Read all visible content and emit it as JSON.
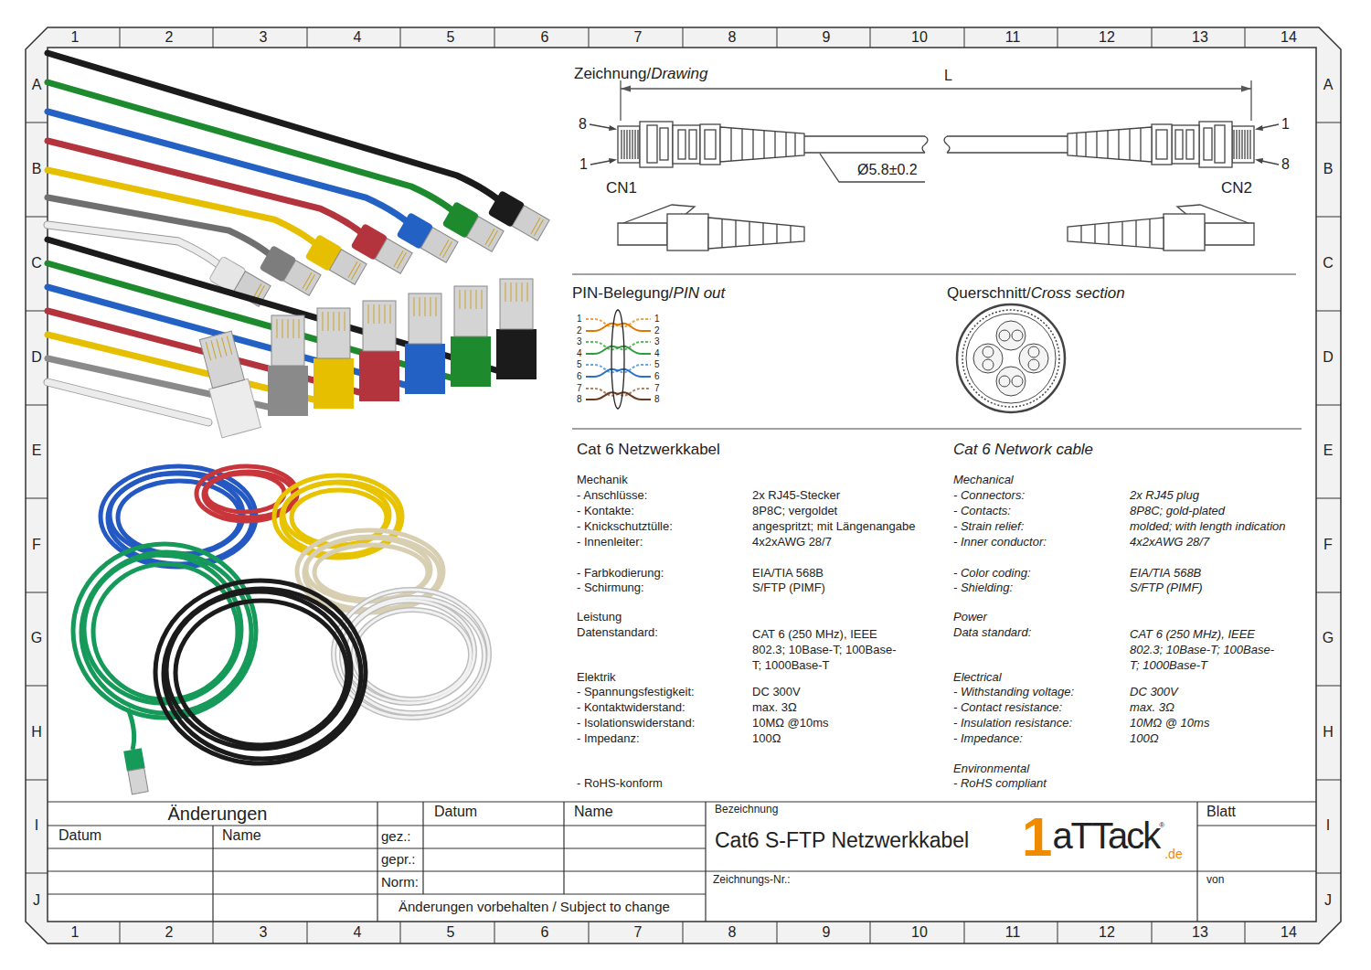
{
  "diagram": {
    "title": "Cat6 S-FTP Netzwerkkabel",
    "labels": [
      "1",
      "2",
      "3",
      "4",
      "5",
      "6",
      "7",
      "8",
      "9",
      "10",
      "11",
      "12",
      "13",
      "14",
      "1",
      "2",
      "3",
      "4",
      "5",
      "6",
      "7",
      "8",
      "9",
      "10",
      "11",
      "12",
      "13",
      "14",
      "A",
      "B",
      "C",
      "D",
      "E",
      "F",
      "G",
      "H",
      "I",
      "J",
      "A",
      "B",
      "C",
      "D",
      "E",
      "F",
      "G",
      "H",
      "I",
      "J",
      "Zeichnung/",
      "Drawing",
      "L",
      "8",
      "1",
      "CN1",
      "Ø5.8±0.2",
      "1",
      "8",
      "CN2",
      "PIN-Belegung/",
      "PIN out",
      "Querschnitt/",
      "Cross section",
      "1",
      "2",
      "3",
      "4",
      "5",
      "6",
      "7",
      "8",
      "1",
      "2",
      "3",
      "4",
      "5",
      "6",
      "7",
      "8",
      "Cat 6 Netzwerkkabel",
      "Cat 6 Network cable",
      "Mechanik",
      "- Anschlüsse:",
      "2x RJ45-Stecker",
      "- Kontakte:",
      "8P8C; vergoldet",
      "- Knickschutztülle:",
      "angespritzt; mit Längenangabe",
      "- Innenleiter:",
      "4x2xAWG 28/7",
      "- Farbkodierung:",
      "EIA/TIA 568B",
      "- Schirmung:",
      "S/FTP (PIMF)",
      "Leistung",
      "Datenstandard:",
      "CAT 6 (250 MHz), IEEE 802.3; 10Base-T; 100Base-T; 1000Base-T",
      "Elektrik",
      "- Spannungsfestigkeit:",
      "DC 300V",
      "- Kontaktwiderstand:",
      "max. 3Ω",
      "- Isolationswiderstand:",
      "10MΩ @10ms",
      "- Impedanz:",
      "100Ω",
      "- RoHS-konform",
      "Mechanical",
      "- Connectors:",
      "2x RJ45 plug",
      "- Contacts:",
      "8P8C; gold-plated",
      "- Strain relief:",
      "molded; with length indication",
      "- Inner conductor:",
      "4x2xAWG 28/7",
      "- Color coding:",
      "EIA/TIA 568B",
      "- Shielding:",
      "S/FTP (PIMF)",
      "Power",
      "Data standard:",
      "CAT 6 (250 MHz), IEEE 802.3; 10Base-T; 100Base-T; 1000Base-T",
      "Electrical",
      "- Withstanding voltage:",
      "DC 300V",
      "- Contact resistance:",
      "max. 3Ω",
      "- Insulation resistance:",
      "10MΩ @ 10ms",
      "- Impedance:",
      "100Ω",
      "Environmental",
      "- RoHS compliant",
      "Änderungen",
      "Datum",
      "Name",
      "Datum",
      "Name",
      "gez.:",
      "gepr.:",
      "Norm:",
      "Änderungen vorbehalten / Subject to change",
      "Bezeichnung",
      "1",
      "aTTack",
      "®",
      ".de",
      "Blatt",
      "Zeichnungs-Nr.:",
      "von"
    ]
  }
}
